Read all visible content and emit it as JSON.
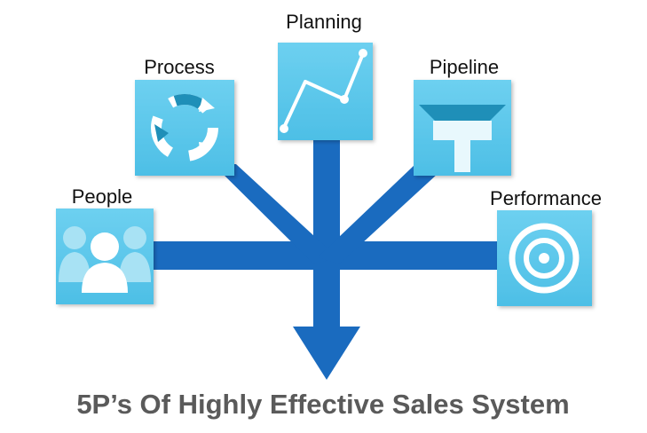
{
  "title": "5P’s Of Highly Effective Sales System",
  "items": {
    "people": {
      "label": "People",
      "icon": "people-icon"
    },
    "process": {
      "label": "Process",
      "icon": "cycle-arrows-icon"
    },
    "planning": {
      "label": "Planning",
      "icon": "line-chart-icon"
    },
    "pipeline": {
      "label": "Pipeline",
      "icon": "funnel-icon"
    },
    "performance": {
      "label": "Performance",
      "icon": "target-icon"
    }
  },
  "colors": {
    "arrow": "#1a6bbf",
    "tile": "#5ac7ea",
    "tile_dark": "#2f9ec9",
    "icon_light": "#eaf9ff",
    "title": "#5a5a5a"
  }
}
